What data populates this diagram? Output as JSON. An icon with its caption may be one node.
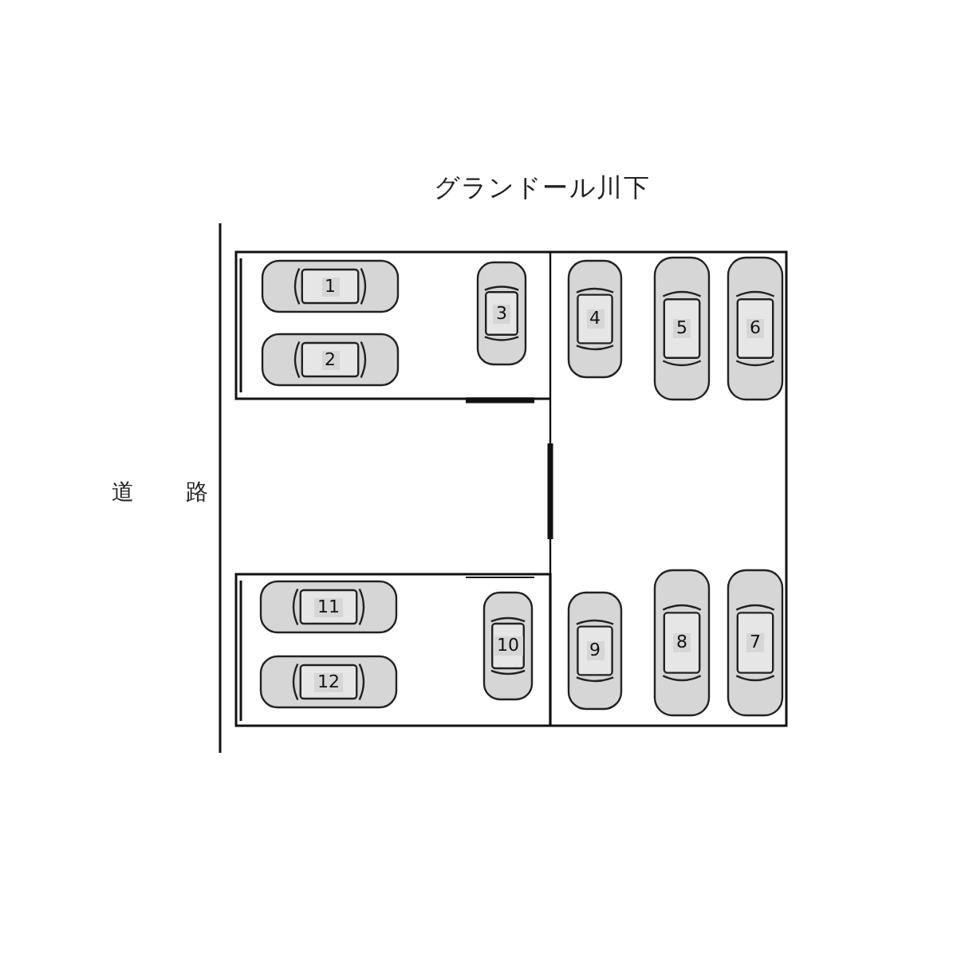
{
  "diagram": {
    "title": "グランドール川下",
    "nodes": [
      {
        "text": [
          "1"
        ]
      },
      {
        "text": [
          "2"
        ]
      },
      {
        "text": [
          "3"
        ]
      },
      {
        "text": [
          "4"
        ]
      },
      {
        "text": [
          "5"
        ]
      },
      {
        "text": [
          "6"
        ]
      },
      {
        "text": [
          "7"
        ]
      },
      {
        "text": [
          "8"
        ]
      },
      {
        "text": [
          "9"
        ]
      },
      {
        "text": [
          "10"
        ]
      },
      {
        "text": [
          "11"
        ]
      },
      {
        "text": [
          "12"
        ]
      }
    ],
    "labels": [
      "道 路"
    ]
  }
}
